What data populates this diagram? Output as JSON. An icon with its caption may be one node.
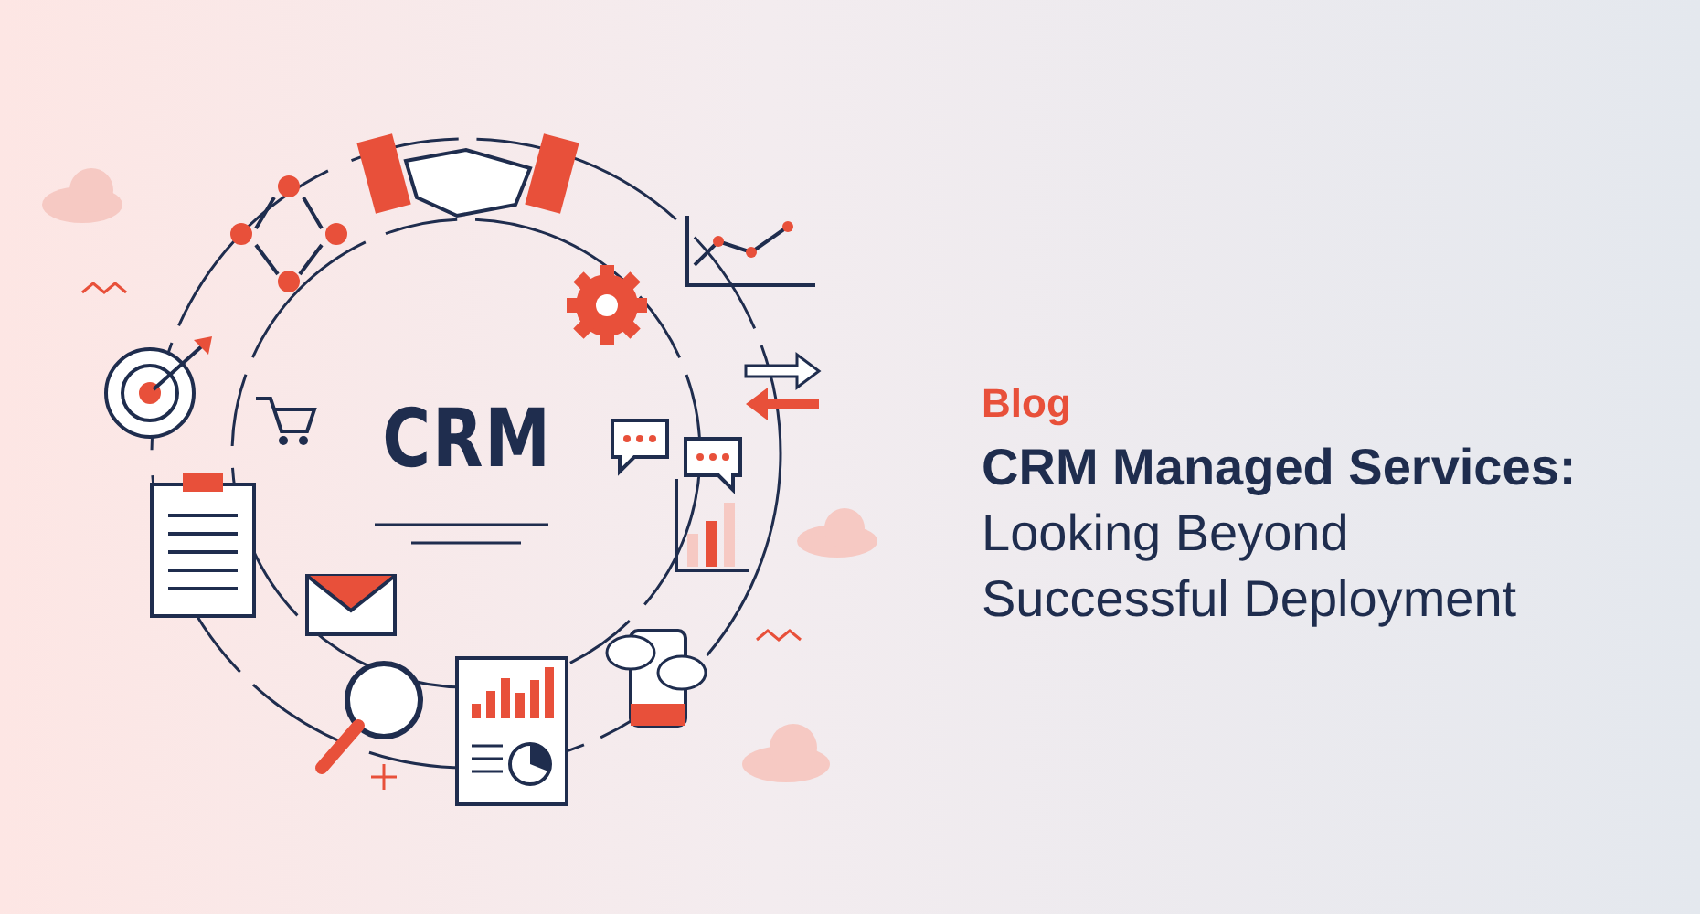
{
  "diagram": {
    "nodes": [
      {
        "text": [
          "CRM"
        ]
      }
    ],
    "labels": [
      "Blog",
      "CRM Managed Services:",
      "Looking Beyond",
      "Successful Deployment"
    ]
  }
}
